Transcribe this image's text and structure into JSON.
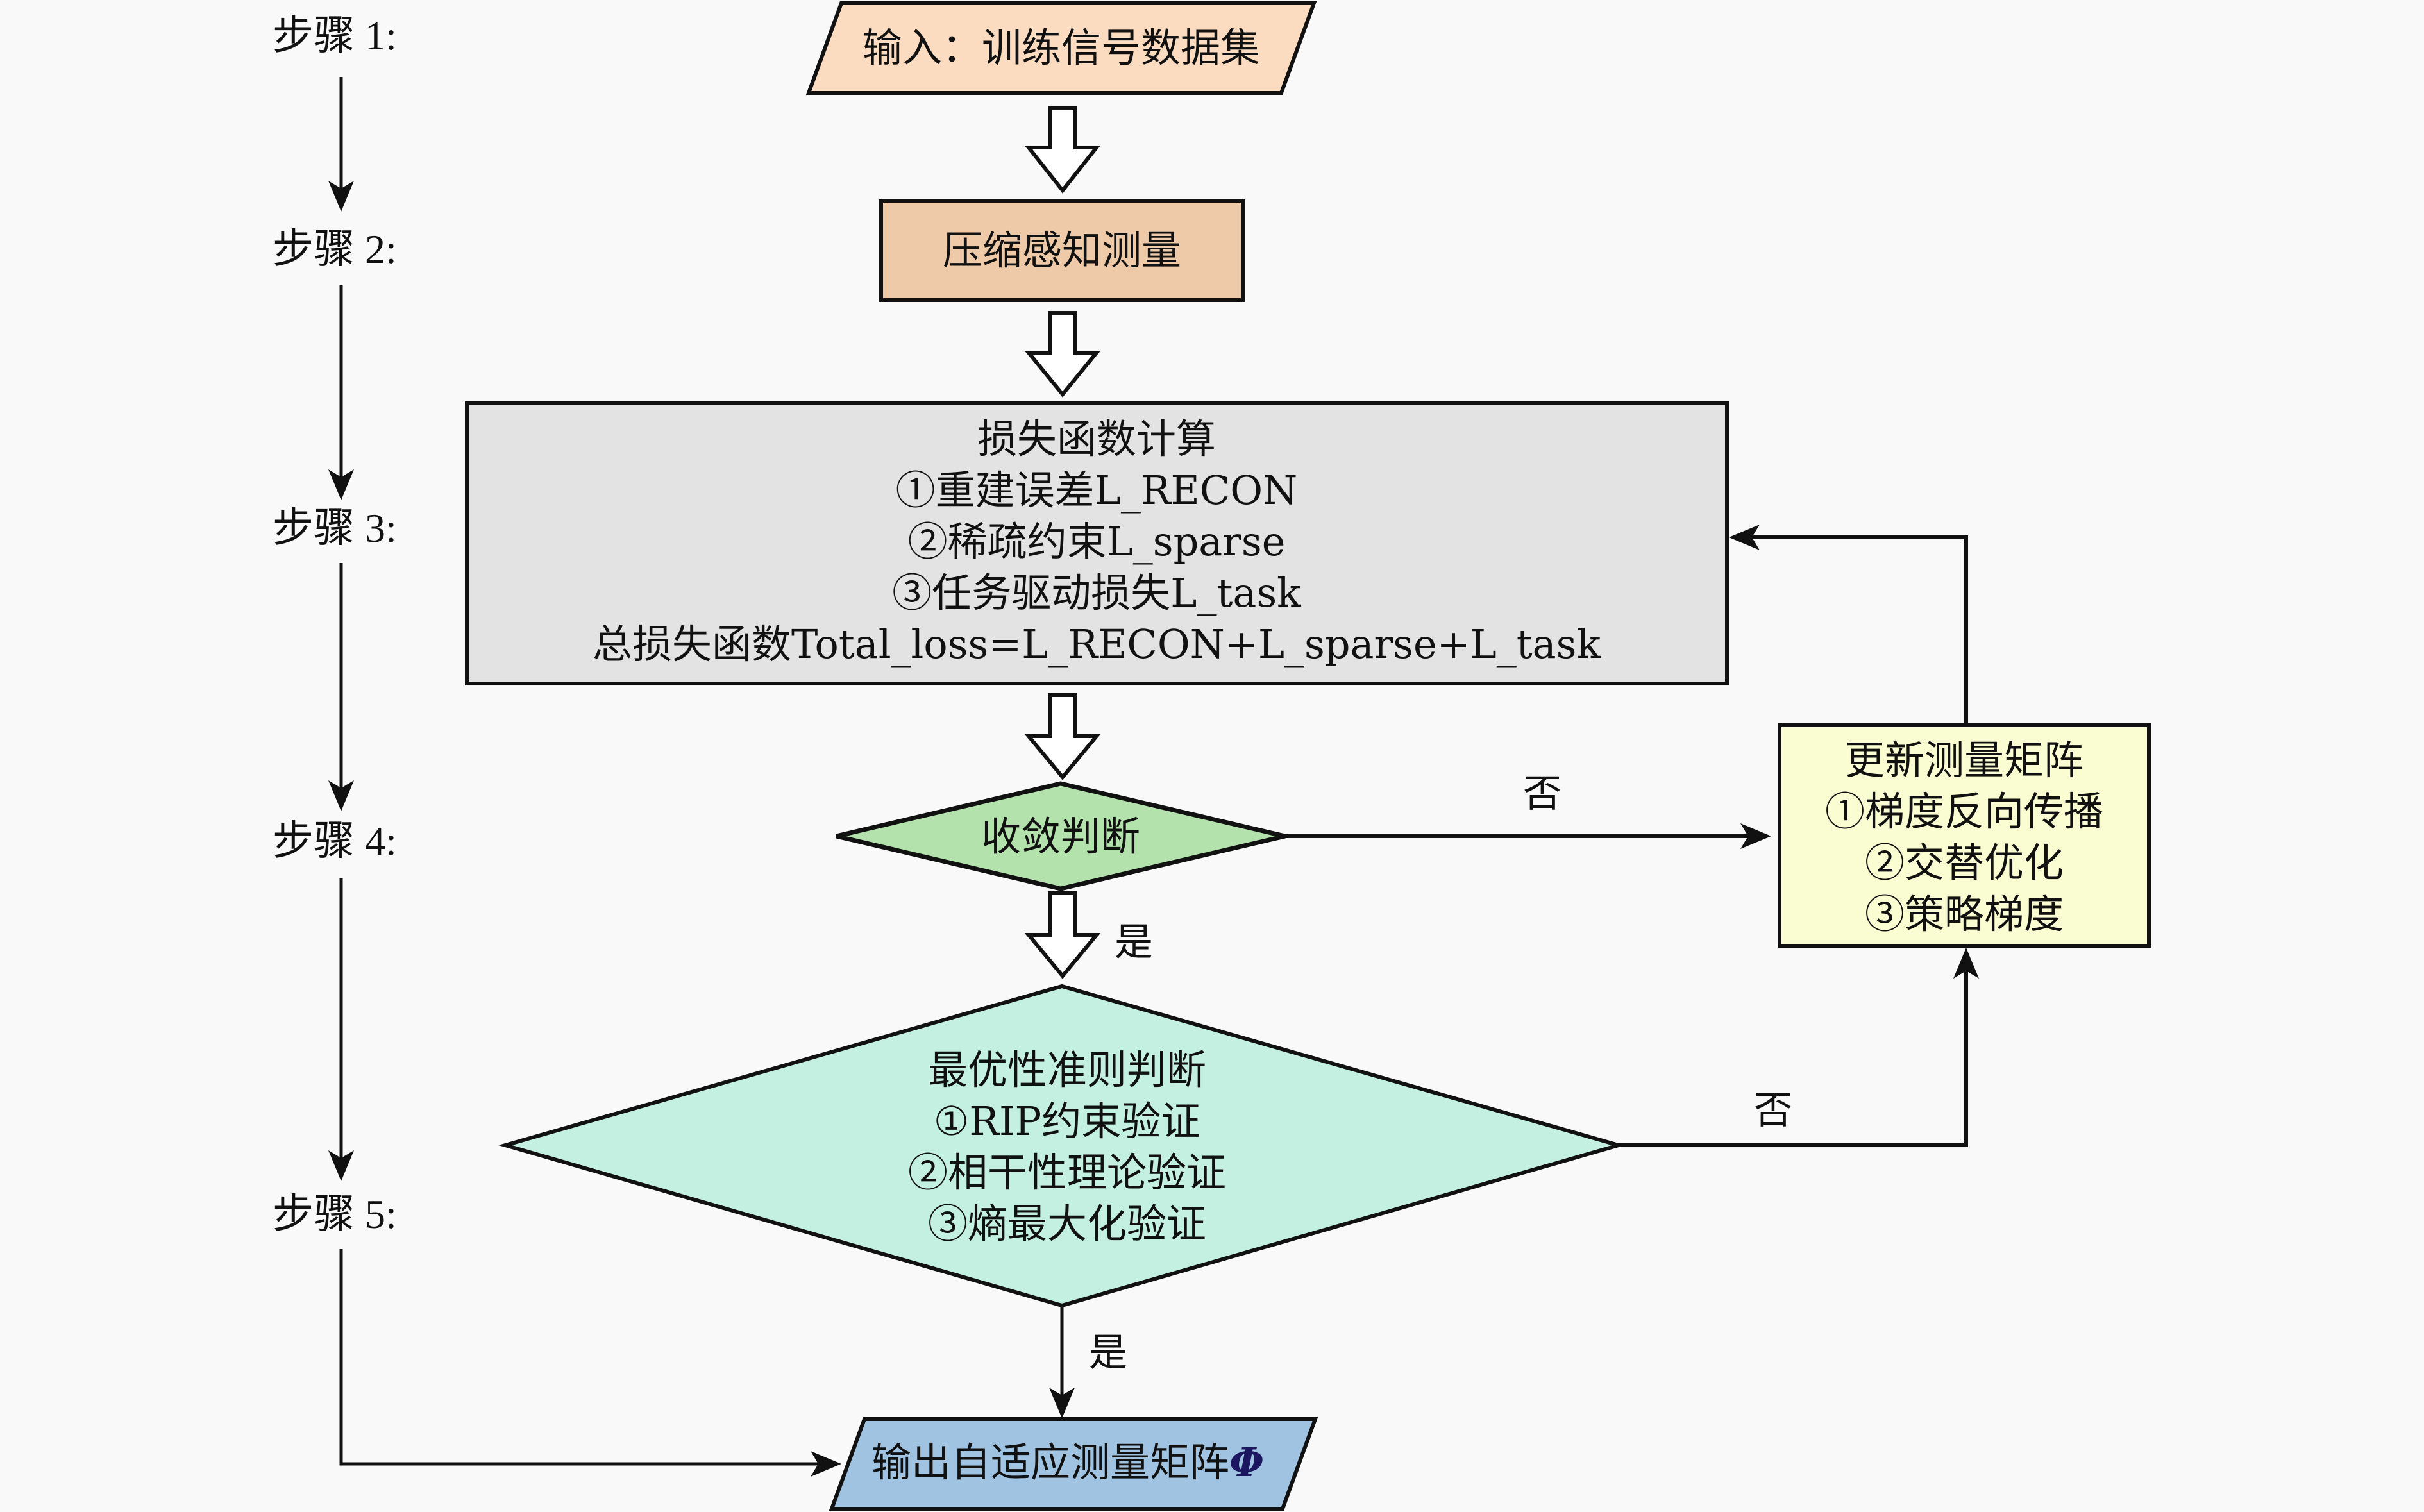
{
  "steps": [
    {
      "label": "步骤 1:"
    },
    {
      "label": "步骤 2:"
    },
    {
      "label": "步骤 3:"
    },
    {
      "label": "步骤 4:"
    },
    {
      "label": "步骤 5:"
    }
  ],
  "nodes": {
    "input": {
      "text": "输入：训练信号数据集",
      "fill": "#fcdcc0"
    },
    "compress": {
      "text": "压缩感知测量",
      "fill": "#efcaa9"
    },
    "loss": {
      "fill": "#e3e3e3",
      "lines": [
        "损失函数计算",
        "①重建误差L_RECON",
        "②稀疏约束L_sparse",
        "③任务驱动损失L_task",
        "总损失函数Total_loss=L_RECON+L_sparse+L_task"
      ]
    },
    "convergence": {
      "text": "收敛判断",
      "fill": "#b3e2ac"
    },
    "update": {
      "fill": "#fafdd2",
      "lines": [
        "更新测量矩阵",
        "①梯度反向传播",
        "②交替优化",
        "③策略梯度"
      ]
    },
    "optimality": {
      "fill": "#c4f0e2",
      "lines": [
        "最优性准则判断",
        "①RIP约束验证",
        "②相干性理论验证",
        "③熵最大化验证"
      ]
    },
    "output": {
      "text": "输出自适应测量矩阵",
      "symbol": "Φ",
      "fill": "#9fc3e0",
      "symbol_color": "#1c1560"
    }
  },
  "edges": {
    "convergence_no": "否",
    "convergence_yes": "是",
    "optimality_no": "否",
    "optimality_yes": "是"
  }
}
